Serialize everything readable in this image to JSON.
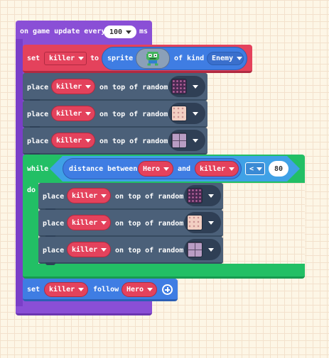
{
  "event": {
    "label_prefix": "on game update every",
    "interval": "100",
    "unit": "ms"
  },
  "set_sprite": {
    "set": "set",
    "variable": "killer",
    "to": "to",
    "sprite": "sprite",
    "of_kind": "of kind",
    "kind": "Enemy"
  },
  "place_rows": [
    {
      "verb": "place",
      "variable": "killer",
      "phrase": "on top of random",
      "tile": "dotted-tile"
    },
    {
      "verb": "place",
      "variable": "killer",
      "phrase": "on top of random",
      "tile": "speckled-tile"
    },
    {
      "verb": "place",
      "variable": "killer",
      "phrase": "on top of random",
      "tile": "brick-tile"
    }
  ],
  "while_loop": {
    "keyword": "while",
    "do": "do",
    "distance_between": "distance between",
    "sprite_a": "Hero",
    "and": "and",
    "sprite_b": "killer",
    "operator": "<",
    "value": "80"
  },
  "inner_place_rows": [
    {
      "verb": "place",
      "variable": "killer",
      "phrase": "on top of random",
      "tile": "dotted-tile"
    },
    {
      "verb": "place",
      "variable": "killer",
      "phrase": "on top of random",
      "tile": "speckled-tile"
    },
    {
      "verb": "place",
      "variable": "killer",
      "phrase": "on top of random",
      "tile": "brick-tile"
    }
  ],
  "follow": {
    "set": "set",
    "variable": "killer",
    "follow": "follow",
    "target": "Hero"
  },
  "colors": {
    "event_purple": "#8a4fd6",
    "set_red": "#e4425c",
    "sprite_blue": "#3f7de3",
    "place_slate": "#4b6079",
    "loop_green": "#22bf65",
    "workspace": "#fdf6e6"
  }
}
